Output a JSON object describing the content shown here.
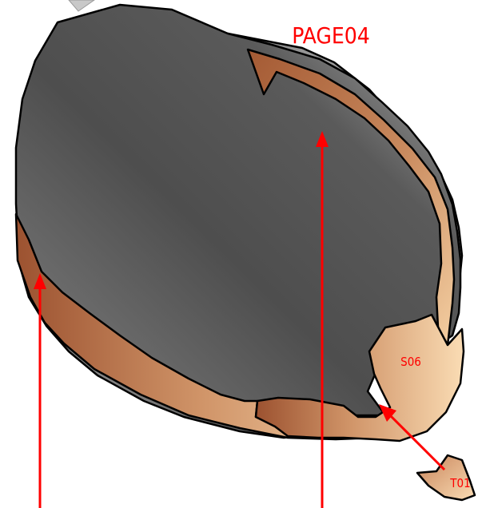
{
  "labels": {
    "page": "PAGE04",
    "part_inner": "S06",
    "part_outer": "T01"
  },
  "colors": {
    "label_text": "#ff0000",
    "arrow": "#ff0000",
    "outline": "#000000",
    "leather_dark": "#9c5230",
    "leather_mid": "#c8845a",
    "leather_light": "#f8d8b0",
    "interior_dark": "#4e4e4e",
    "interior_light": "#bcbcbc"
  }
}
